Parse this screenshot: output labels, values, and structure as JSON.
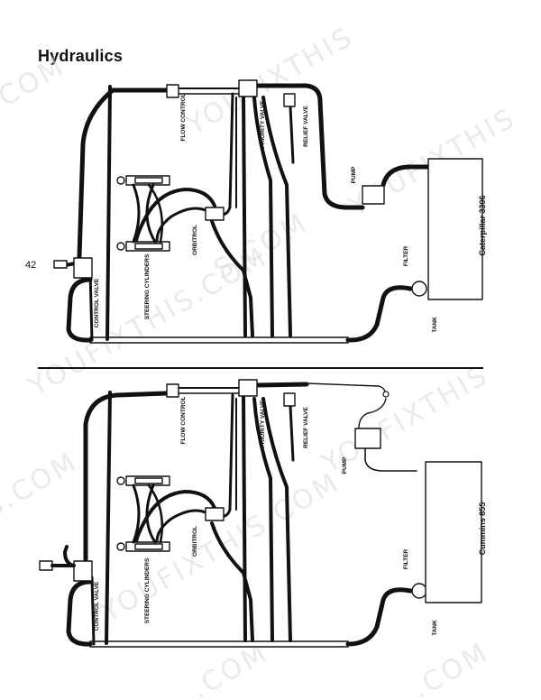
{
  "title": "Hydraulics",
  "watermark": "YOUFIXTHIS.COM",
  "watermark_parts": [
    ".COM",
    "YOUFIXTHIS",
    "YOUFIXTHIS",
    "S.COM",
    "YOUFIXTHIS.COM",
    "S.COM",
    "YOUFIXTHIS",
    "YOUFIXTHIS.COM",
    ".COM",
    ".COM"
  ],
  "port_number": "42",
  "labels": {
    "flow_control": "FLOW CONTROL",
    "priority_valve": "PRIORITY VALVE",
    "relief_valve": "RELIEF VALVE",
    "pump": "PUMP",
    "orbitrol": "ORBITROL",
    "steering_cylinders": "STEERING CYLINDERS",
    "control_valve": "CONTROL VALVE",
    "filter": "FILTER",
    "tank": "TANK"
  },
  "diagrams": [
    {
      "engine": "Caterpillar 3306"
    },
    {
      "engine": "Cummins 855"
    }
  ],
  "colors": {
    "line": "#111111",
    "watermark": "#d9d9d9"
  }
}
